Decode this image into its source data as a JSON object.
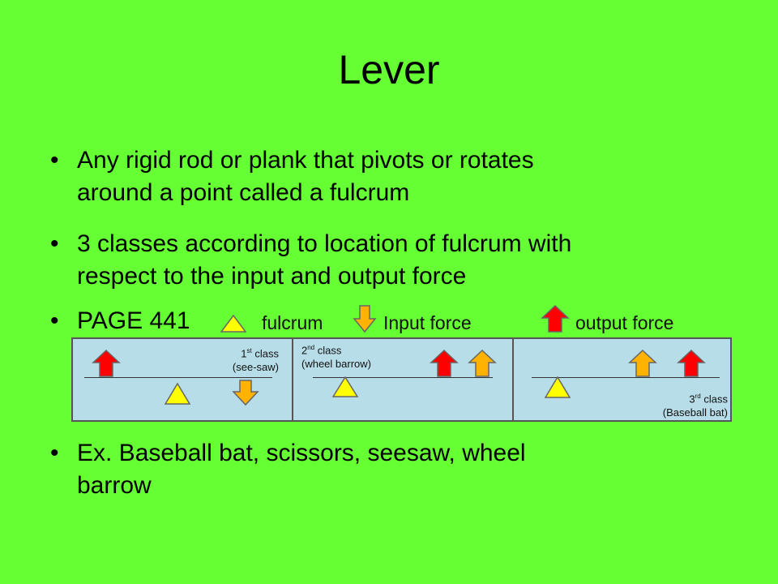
{
  "title": "Lever",
  "bullets": {
    "b1_line1": "Any rigid rod or plank that pivots or rotates",
    "b1_line2": "around a point called a fulcrum",
    "b2_line1": "3 classes according to location of fulcrum with",
    "b2_line2": "respect to the input and output force",
    "b3_page": "PAGE 441",
    "b3_fulcrum": "fulcrum",
    "b3_input": "Input force",
    "b3_output": "output force",
    "b4_line1": "Ex. Baseball bat, scissors, seesaw, wheel",
    "b4_line2": "barrow",
    "marker": "•"
  },
  "classes": {
    "c1_num": "1",
    "c1_sup": "st",
    "c1_word": " class",
    "c1_desc": "(see-saw)",
    "c2_num": "2",
    "c2_sup": "nd",
    "c2_word": " class",
    "c2_desc": "(wheel barrow)",
    "c3_num": "3",
    "c3_sup": "rd",
    "c3_word": " class",
    "c3_desc": "(Baseball bat)"
  },
  "colors": {
    "background": "#66ff33",
    "panel": "#b7dde8",
    "fulcrum": "#ffff00",
    "input_force": "#ffb300",
    "output_force": "#ff0000"
  },
  "icons": [
    "fulcrum-triangle-icon",
    "input-force-down-arrow-icon",
    "input-force-up-arrow-icon",
    "output-force-up-arrow-icon"
  ]
}
